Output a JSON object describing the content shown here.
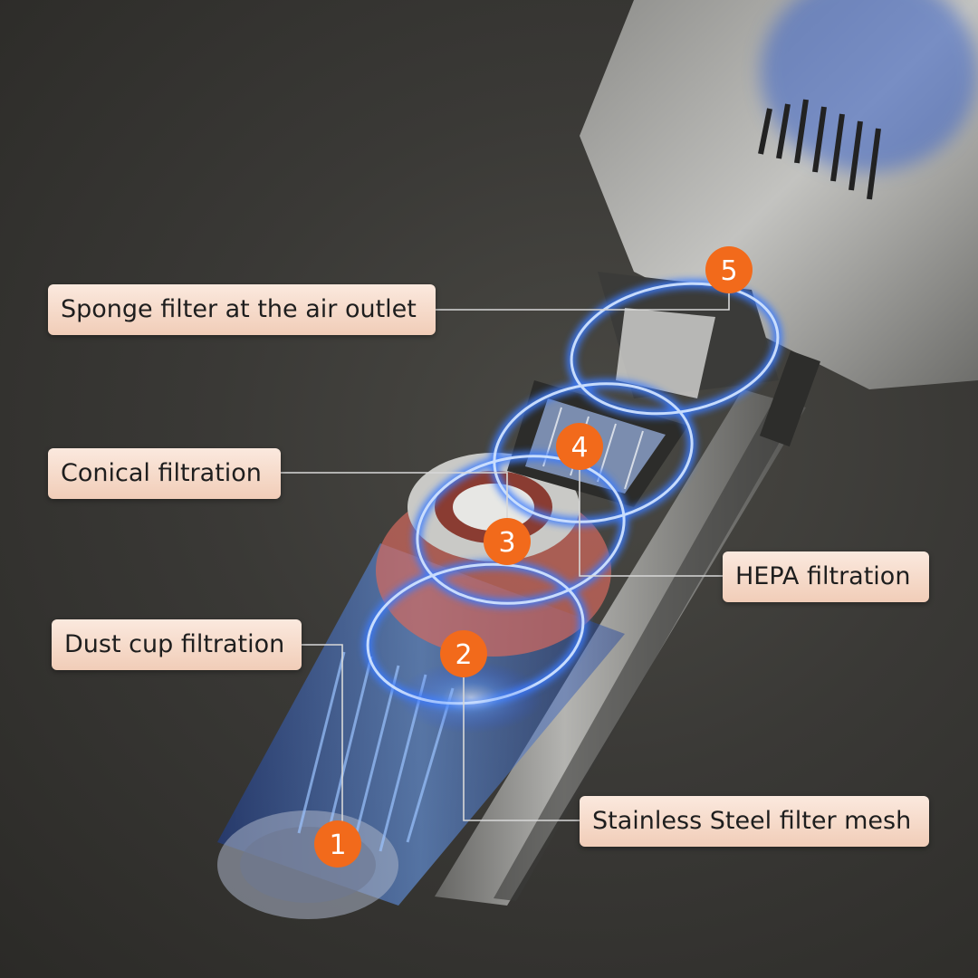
{
  "labels": {
    "sponge": "Sponge filter at the air outlet",
    "conical": "Conical filtration",
    "dust_cup": "Dust cup filtration",
    "hepa": "HEPA filtration",
    "steel_mesh": "Stainless Steel filter mesh"
  },
  "badges": [
    "1",
    "2",
    "3",
    "4",
    "5"
  ],
  "colors": {
    "badge": "#f26a1b",
    "label_bg": "#f5d8c6",
    "glow": "#3d7dff",
    "leader": "#d8d8d8"
  }
}
